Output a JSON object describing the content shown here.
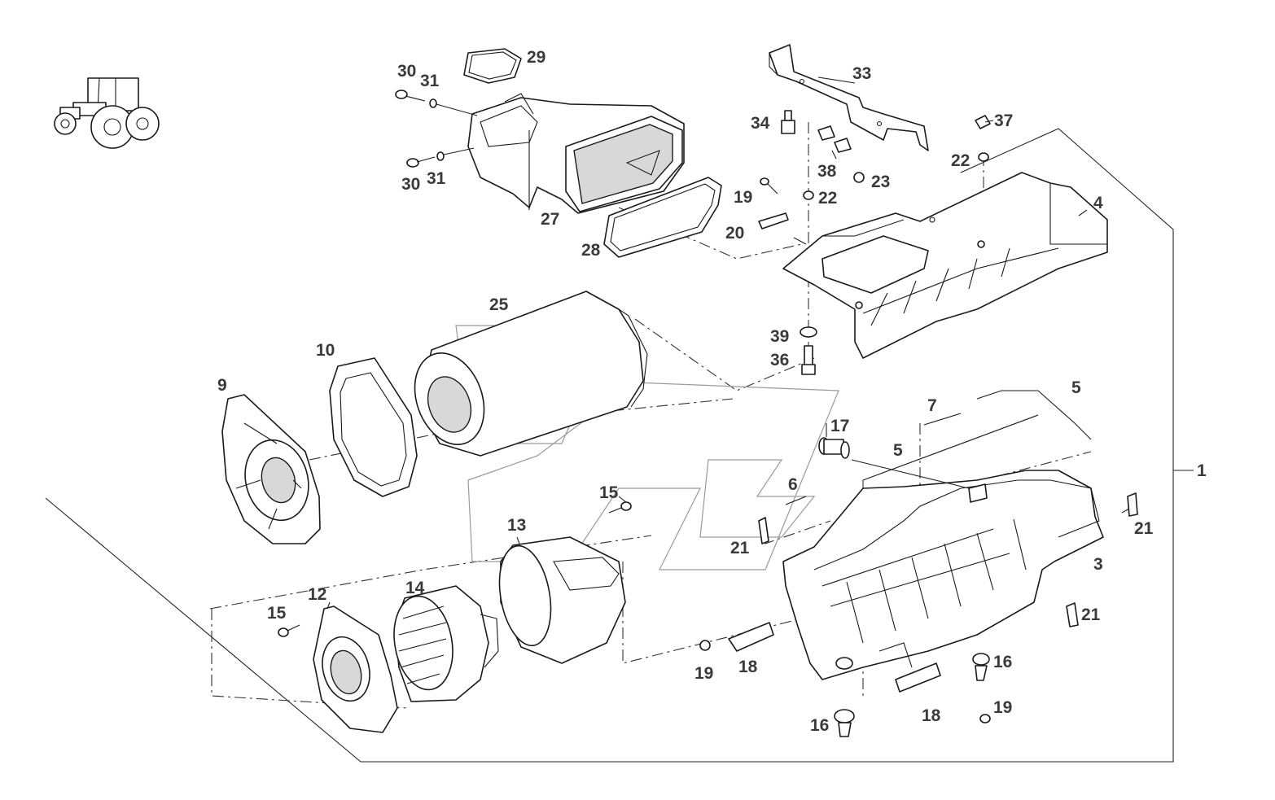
{
  "callouts": {
    "c1": "1",
    "c3": "3",
    "c4": "4",
    "c5a": "5",
    "c5b": "5",
    "c6": "6",
    "c7": "7",
    "c9": "9",
    "c10": "10",
    "c12": "12",
    "c13": "13",
    "c14": "14",
    "c15a": "15",
    "c15b": "15",
    "c16a": "16",
    "c16b": "16",
    "c17": "17",
    "c18a": "18",
    "c18b": "18",
    "c19a": "19",
    "c19b": "19",
    "c19c": "19",
    "c20": "20",
    "c21a": "21",
    "c21b": "21",
    "c21c": "21",
    "c22a": "22",
    "c22b": "22",
    "c23": "23",
    "c25": "25",
    "c27": "27",
    "c28": "28",
    "c29": "29",
    "c30a": "30",
    "c30b": "30",
    "c31a": "31",
    "c31b": "31",
    "c33": "33",
    "c34": "34",
    "c36": "36",
    "c37": "37",
    "c38": "38",
    "c39": "39"
  },
  "colors": {
    "line": "#1a1a1a",
    "label": "#3a3a3a",
    "background": "#ffffff",
    "ghost": "#9a9a9a"
  },
  "icons": {
    "vehicle": "tractor-icon"
  }
}
